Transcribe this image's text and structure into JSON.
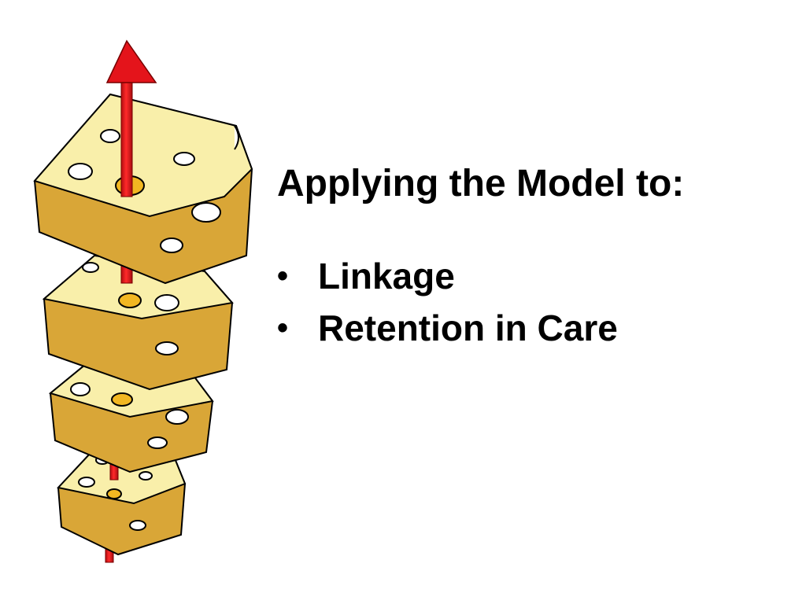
{
  "slide": {
    "title": "Applying the Model to:",
    "bullets": [
      {
        "label": "Linkage",
        "marker": "•"
      },
      {
        "label": "Retention in Care",
        "marker": "•"
      }
    ]
  },
  "illustration": {
    "name": "swiss-cheese-model-icon",
    "colors": {
      "cheese_top": "#F9EFAA",
      "cheese_side": "#D9A637",
      "cheese_outline": "#000000",
      "arrow": "#E4141B",
      "arrow_dark": "#A80C10"
    }
  }
}
